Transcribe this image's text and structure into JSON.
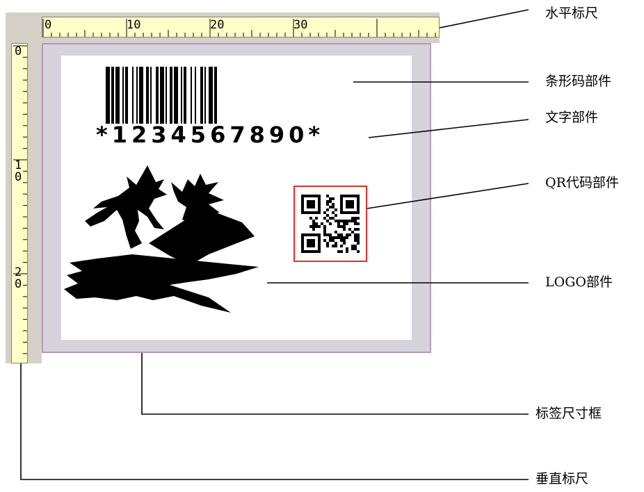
{
  "ruler": {
    "horizontal_labels": [
      "0",
      "10",
      "20",
      "30"
    ],
    "vertical_labels": [
      "0",
      "1",
      "0",
      "2",
      "0"
    ]
  },
  "barcode": {
    "text": "*1234567890*"
  },
  "callouts": {
    "horizontal_ruler": "水平标尺",
    "barcode_component": "条形码部件",
    "text_component": "文字部件",
    "qr_component": "QR代码部件",
    "logo_component": "LOGO部件",
    "label_size_frame": "标签尺寸框",
    "vertical_ruler": "垂直标尺"
  },
  "colors": {
    "ruler_fill": "#ffffc8",
    "ruler_frame": "#d4d0c8",
    "canvas_bg": "#d6d3dc",
    "canvas_border": "#b69ab8",
    "qr_border": "#e03030"
  }
}
